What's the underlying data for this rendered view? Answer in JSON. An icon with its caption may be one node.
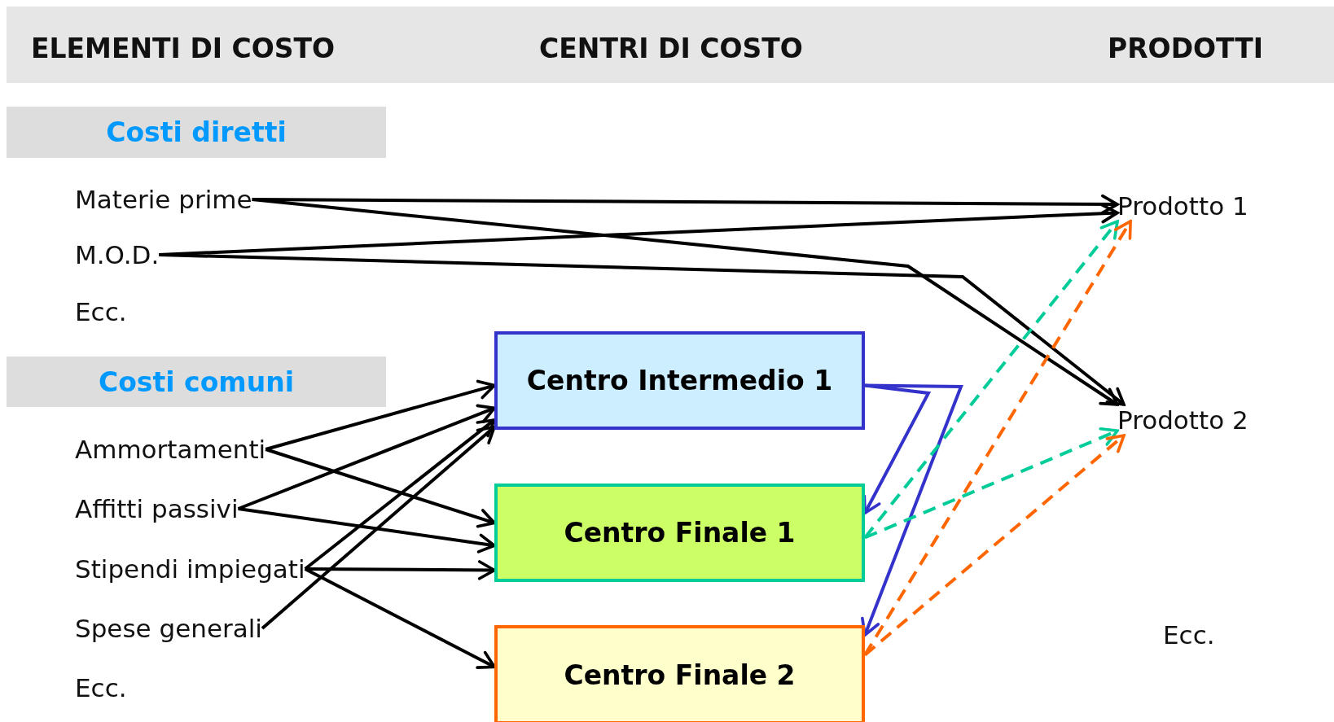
{
  "diagram": {
    "nodes": [
      {
        "text": [
          "Costi diretti"
        ]
      },
      {
        "text": [
          "Materie prime"
        ]
      },
      {
        "text": [
          "M.O.D."
        ]
      },
      {
        "text": [
          "Costi comuni"
        ]
      },
      {
        "text": [
          "Ammortamenti"
        ]
      },
      {
        "text": [
          "Affitti passivi"
        ]
      },
      {
        "text": [
          "Stipendi impiegati"
        ]
      },
      {
        "text": [
          "Spese generali"
        ]
      },
      {
        "text": [
          "Centro Intermedio 1"
        ]
      },
      {
        "text": [
          "Centro Finale 1"
        ]
      },
      {
        "text": [
          "Centro Finale 2"
        ]
      },
      {
        "text": [
          "Prodotto 1"
        ]
      },
      {
        "text": [
          "Prodotto 2"
        ]
      }
    ],
    "edges": [
      {
        "from": 1,
        "to": 11,
        "arrow": "to"
      },
      {
        "from": 1,
        "to": 12,
        "arrow": "to"
      },
      {
        "from": 2,
        "to": 11,
        "arrow": "to"
      },
      {
        "from": 2,
        "to": 12,
        "arrow": "to"
      },
      {
        "from": 4,
        "to": 8,
        "arrow": "to"
      },
      {
        "from": 4,
        "to": 9,
        "arrow": "to"
      },
      {
        "from": 5,
        "to": 8,
        "arrow": "to"
      },
      {
        "from": 5,
        "to": 9,
        "arrow": "to"
      },
      {
        "from": 6,
        "to": 8,
        "arrow": "to"
      },
      {
        "from": 6,
        "to": 9,
        "arrow": "to"
      },
      {
        "from": 6,
        "to": 10,
        "arrow": "to"
      },
      {
        "from": 7,
        "to": 8,
        "arrow": "to"
      },
      {
        "from": 8,
        "to": 9,
        "arrow": "to",
        "color": "#3333cc"
      },
      {
        "from": 8,
        "to": 10,
        "arrow": "to",
        "color": "#3333cc"
      },
      {
        "from": 9,
        "to": 11,
        "arrow": "to",
        "style": "dashed",
        "color": "#00cc99"
      },
      {
        "from": 9,
        "to": 12,
        "arrow": "to",
        "style": "dashed",
        "color": "#00cc99"
      },
      {
        "from": 10,
        "to": 11,
        "arrow": "to",
        "style": "dashed",
        "color": "#ff6600"
      },
      {
        "from": 10,
        "to": 12,
        "arrow": "to",
        "style": "dashed",
        "color": "#ff6600"
      }
    ],
    "labels": [
      "ELEMENTI DI COSTO",
      "CENTRI DI COSTO",
      "PRODOTTI",
      "Ecc.",
      "Ecc.",
      "Ecc."
    ]
  }
}
